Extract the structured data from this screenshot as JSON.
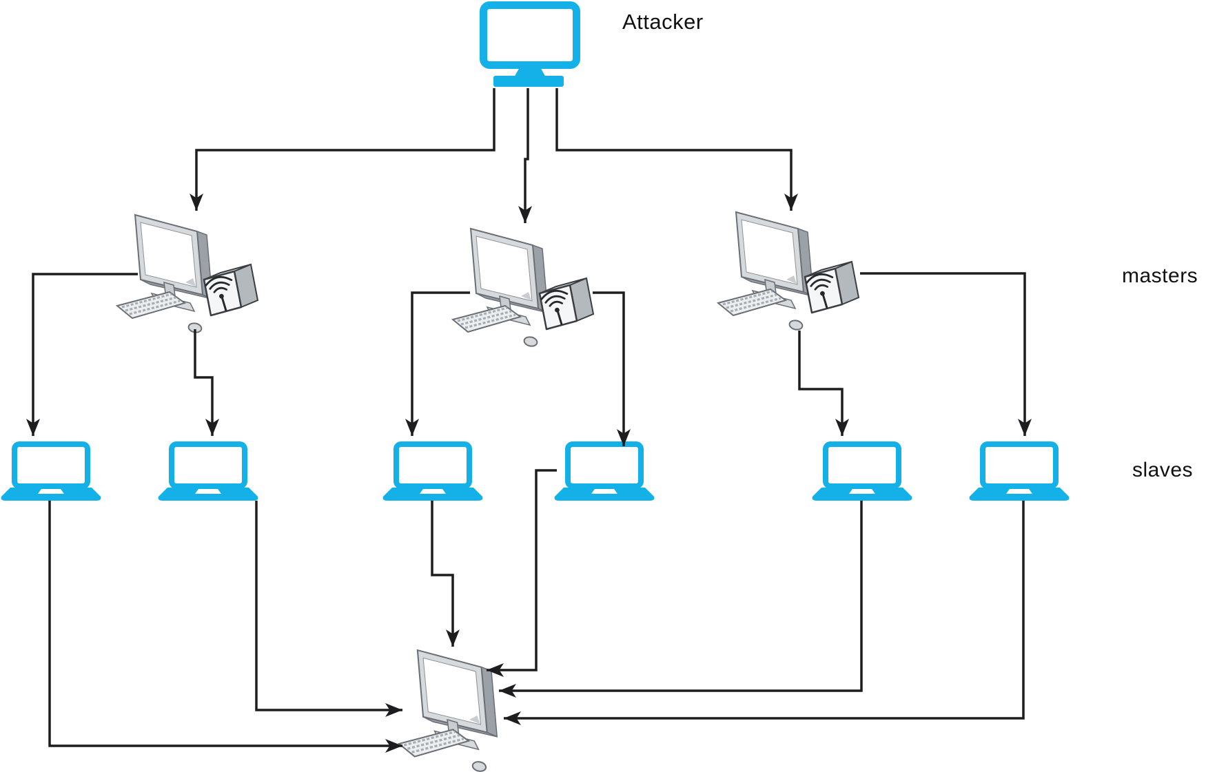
{
  "labels": {
    "attacker": "Attacker",
    "masters": "masters",
    "slaves": "slaves"
  },
  "colors": {
    "accent": "#14b1e8",
    "ink": "#1d1d1f",
    "monitor_gray": "#d7dadd",
    "outline_gray": "#6a6f75"
  },
  "nodes": {
    "attacker": {
      "id": "attacker",
      "role": "attacker",
      "icon": "monitor-icon"
    },
    "masters": [
      {
        "id": "master-1",
        "role": "master",
        "icon": "desktop-computer-wifi-icon"
      },
      {
        "id": "master-2",
        "role": "master",
        "icon": "desktop-computer-wifi-icon"
      },
      {
        "id": "master-3",
        "role": "master",
        "icon": "desktop-computer-wifi-icon"
      }
    ],
    "slaves": [
      {
        "id": "slave-1",
        "role": "slave",
        "icon": "laptop-icon"
      },
      {
        "id": "slave-2",
        "role": "slave",
        "icon": "laptop-icon"
      },
      {
        "id": "slave-3",
        "role": "slave",
        "icon": "laptop-icon"
      },
      {
        "id": "slave-4",
        "role": "slave",
        "icon": "laptop-icon"
      },
      {
        "id": "slave-5",
        "role": "slave",
        "icon": "laptop-icon"
      },
      {
        "id": "slave-6",
        "role": "slave",
        "icon": "laptop-icon"
      }
    ],
    "victim": {
      "id": "victim",
      "role": "victim",
      "icon": "desktop-computer-icon"
    }
  },
  "edges": [
    {
      "from": "attacker",
      "to": "master-1"
    },
    {
      "from": "attacker",
      "to": "master-2"
    },
    {
      "from": "attacker",
      "to": "master-3"
    },
    {
      "from": "master-1",
      "to": "slave-1"
    },
    {
      "from": "master-1",
      "to": "slave-2"
    },
    {
      "from": "master-2",
      "to": "slave-3"
    },
    {
      "from": "master-2",
      "to": "slave-4"
    },
    {
      "from": "master-3",
      "to": "slave-5"
    },
    {
      "from": "master-3",
      "to": "slave-6"
    },
    {
      "from": "slave-1",
      "to": "victim"
    },
    {
      "from": "slave-2",
      "to": "victim"
    },
    {
      "from": "slave-3",
      "to": "victim"
    },
    {
      "from": "slave-4",
      "to": "victim"
    },
    {
      "from": "slave-5",
      "to": "victim"
    },
    {
      "from": "slave-6",
      "to": "victim"
    }
  ]
}
